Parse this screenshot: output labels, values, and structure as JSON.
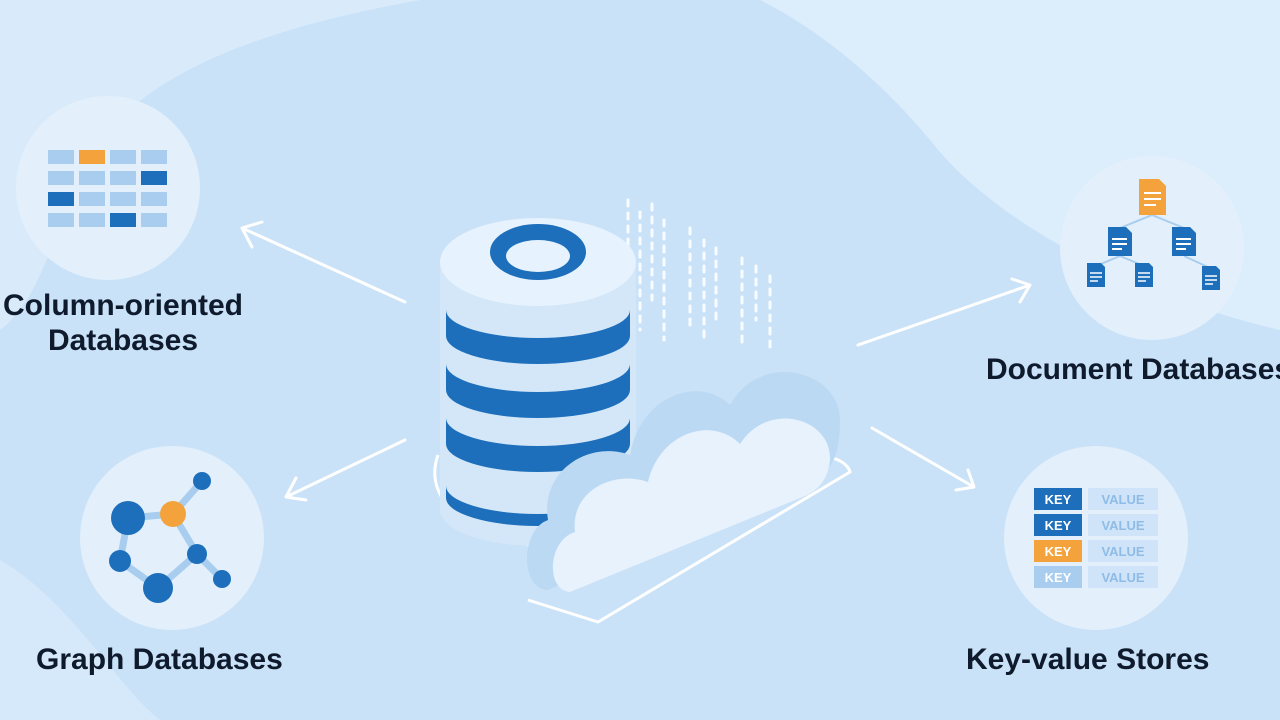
{
  "categories": {
    "columnar": {
      "line1": "Column-oriented",
      "line2": "Databases"
    },
    "graph": {
      "label": "Graph Databases"
    },
    "document": {
      "label": "Document Databases"
    },
    "keyvalue": {
      "label": "Key-value Stores",
      "rows": [
        {
          "key": "KEY",
          "value": "VALUE"
        },
        {
          "key": "KEY",
          "value": "VALUE"
        },
        {
          "key": "KEY",
          "value": "VALUE"
        },
        {
          "key": "KEY",
          "value": "VALUE"
        }
      ]
    }
  },
  "icons": {
    "central": [
      "database-cylinder-icon",
      "cloud-icon"
    ],
    "columnar": "table-grid-icon",
    "graph": "node-graph-icon",
    "document": "document-tree-icon",
    "keyvalue": "key-value-table-icon"
  },
  "colors": {
    "background": "#c9e2f8",
    "badge": "#e3f0fc",
    "primary_blue": "#1d6fbb",
    "light_blue": "#a8cdee",
    "accent_orange": "#f3a23c",
    "text": "#0f1b2d"
  }
}
